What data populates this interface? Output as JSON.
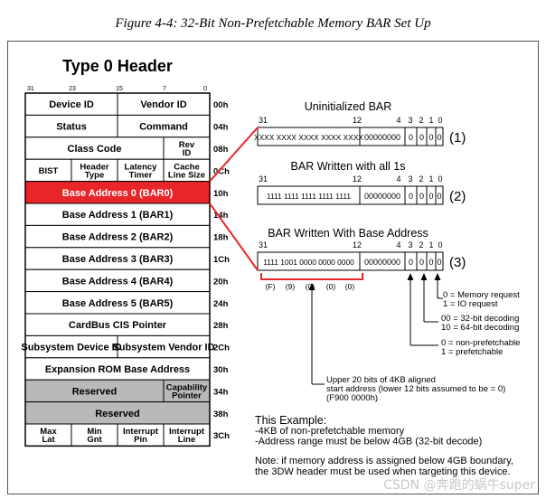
{
  "figure_caption": "Figure 4-4: 32-Bit Non-Prefetchable Memory BAR Set Up",
  "header_table": {
    "title": "Type 0 Header",
    "bit_labels": [
      "31",
      "23",
      "15",
      "7",
      "0"
    ],
    "rows": [
      {
        "offset": "00h",
        "cells": [
          "Device ID",
          "Vendor ID"
        ]
      },
      {
        "offset": "04h",
        "cells": [
          "Status",
          "Command"
        ]
      },
      {
        "offset": "08h",
        "cells": [
          "Class Code",
          "Rev ID"
        ]
      },
      {
        "offset": "0Ch",
        "cells": [
          "BIST",
          "Header Type",
          "Latency Timer",
          "Cache Line Size"
        ]
      },
      {
        "offset": "10h",
        "cells": [
          "Base Address 0 (BAR0)"
        ],
        "highlight": true
      },
      {
        "offset": "14h",
        "cells": [
          "Base Address 1 (BAR1)"
        ]
      },
      {
        "offset": "18h",
        "cells": [
          "Base Address 2 (BAR2)"
        ]
      },
      {
        "offset": "1Ch",
        "cells": [
          "Base Address 3 (BAR3)"
        ]
      },
      {
        "offset": "20h",
        "cells": [
          "Base Address 4 (BAR4)"
        ]
      },
      {
        "offset": "24h",
        "cells": [
          "Base Address 5 (BAR5)"
        ]
      },
      {
        "offset": "28h",
        "cells": [
          "CardBus CIS Pointer"
        ]
      },
      {
        "offset": "2Ch",
        "cells": [
          "Subsystem Device ID",
          "Subsystem Vendor ID"
        ]
      },
      {
        "offset": "30h",
        "cells": [
          "Expansion ROM Base Address"
        ]
      },
      {
        "offset": "34h",
        "cells": [
          "Reserved",
          "Capability Pointer"
        ],
        "shaded": true
      },
      {
        "offset": "38h",
        "cells": [
          "Reserved"
        ],
        "shaded": true
      },
      {
        "offset": "3Ch",
        "cells": [
          "Max Lat",
          "Min Gnt",
          "Interrupt Pin",
          "Interrupt Line"
        ]
      }
    ]
  },
  "bar_diagrams": [
    {
      "title": "Uninitialized BAR",
      "bit_labels": [
        "31",
        "12",
        "4",
        "3",
        "2",
        "1",
        "0"
      ],
      "fields": [
        "XXXX XXXX XXXX XXXX XXXX",
        "00000000",
        "0",
        "0",
        "0",
        "0"
      ],
      "tag": "(1)"
    },
    {
      "title": "BAR Written with all 1s",
      "bit_labels": [
        "31",
        "12",
        "4",
        "3",
        "2",
        "1",
        "0"
      ],
      "fields": [
        "1111 1111 1111 1111 1111",
        "00000000",
        "0",
        "0",
        "0",
        "0"
      ],
      "tag": "(2)"
    },
    {
      "title": "BAR Written With Base Address",
      "bit_labels": [
        "31",
        "12",
        "4",
        "3",
        "2",
        "1",
        "0"
      ],
      "fields": [
        "1111 1001 0000 0000 0000",
        "00000000",
        "0",
        "0",
        "0",
        "0"
      ],
      "tag": "(3)",
      "hex_labels": [
        "(F)",
        "(9)",
        "(0)",
        "(0)",
        "(0)"
      ]
    }
  ],
  "annotations": {
    "bit0": [
      "0 = Memory request",
      "1 = IO request"
    ],
    "bits21": [
      "00 = 32-bit decoding",
      "10 = 64-bit decoding"
    ],
    "bit3": [
      "0 = non-prefetchable",
      "1 = prefetchable"
    ],
    "upper20": [
      "Upper 20 bits of 4KB aligned",
      "start address (lower 12 bits assumed to be = 0)",
      "(F900 0000h)"
    ]
  },
  "example_text": [
    "This Example:",
    "-4KB of non-prefetchable memory",
    "-Address range must be below 4GB (32-bit decode)"
  ],
  "note_text": [
    "Note: if memory address is assigned below 4GB boundary,",
    "the 3DW header must be used when targeting this device."
  ],
  "watermark": "CSDN @奔跑的蜗牛super",
  "colors": {
    "highlight": "#e8262a",
    "shaded": "#b9b9b9",
    "border": "#000000"
  }
}
